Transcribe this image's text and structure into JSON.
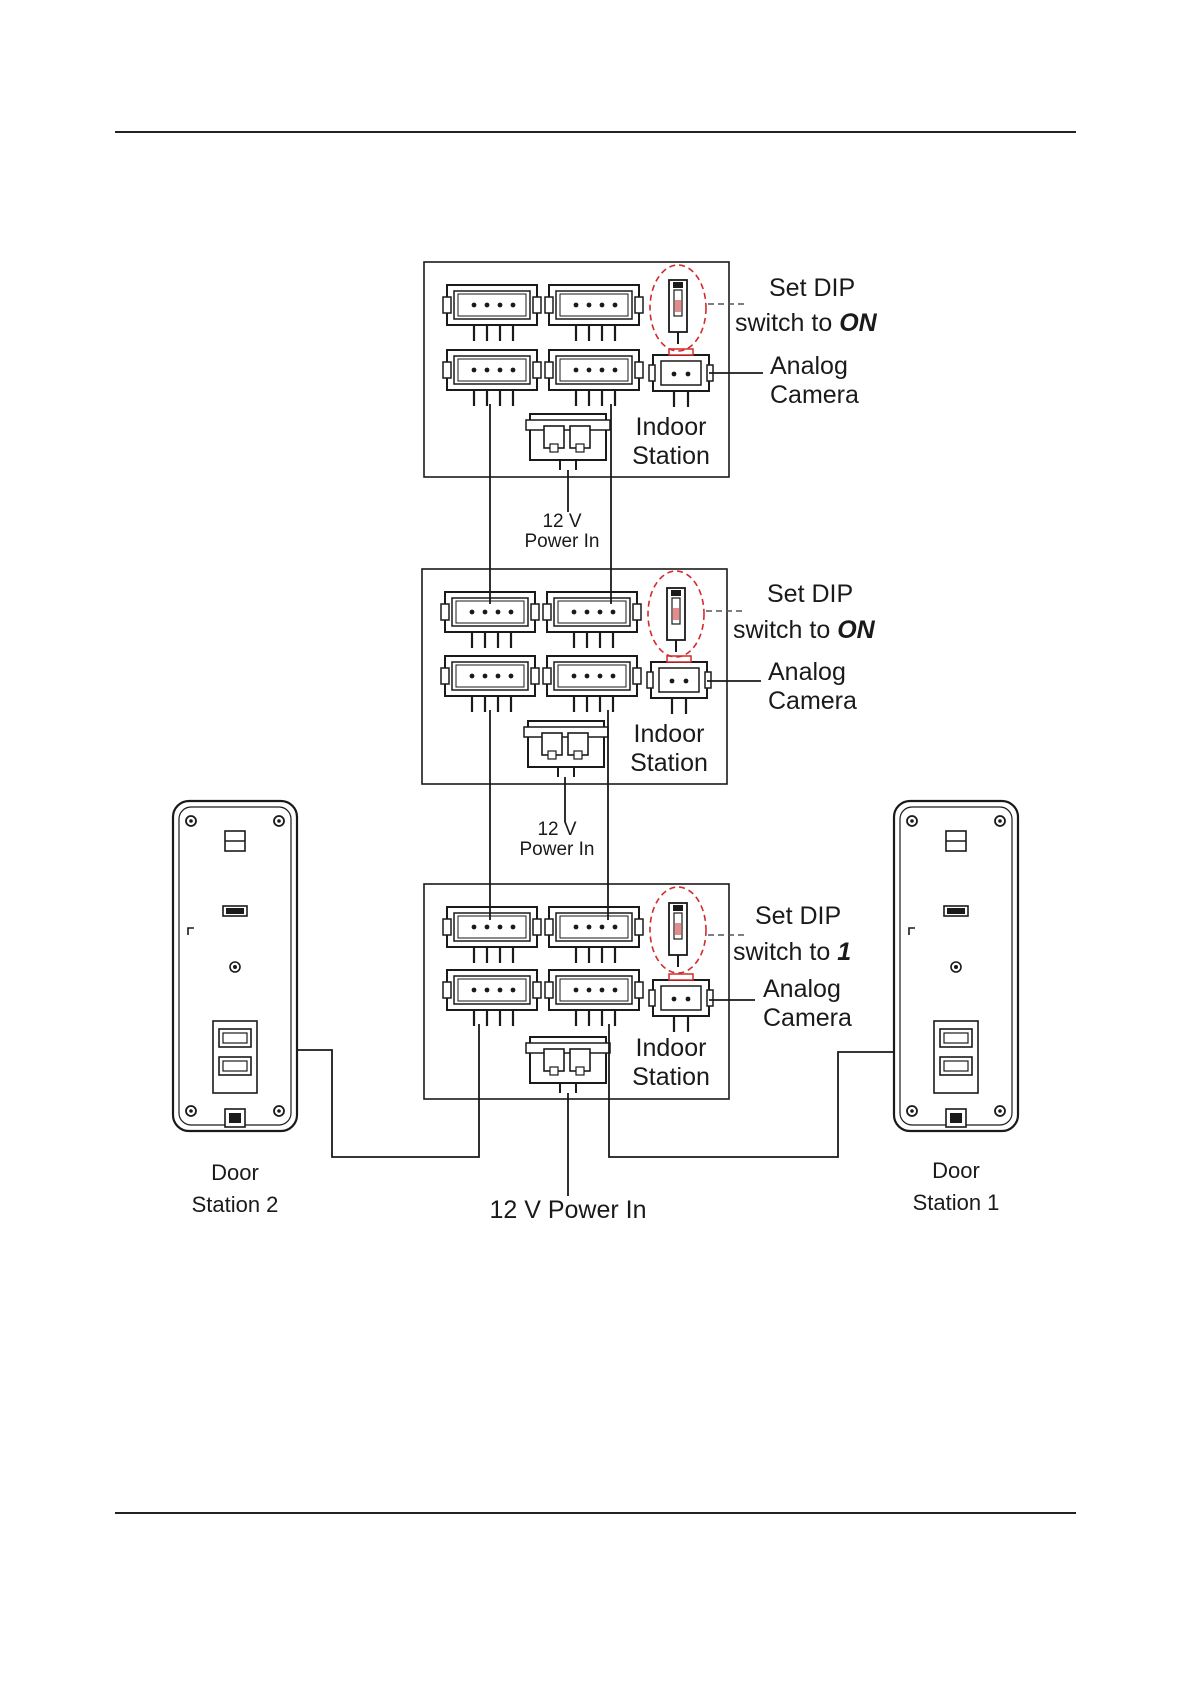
{
  "modules": [
    {
      "name": "top",
      "dip_label": "Set DIP",
      "dip_value_prefix": "switch to ",
      "dip_value": "ON",
      "camera_label_1": "Analog",
      "camera_label_2": "Camera",
      "indoor_label_1": "Indoor",
      "indoor_label_2": "Station",
      "power_label_1": "12 V",
      "power_label_2": "Power In"
    },
    {
      "name": "middle",
      "dip_label": "Set DIP",
      "dip_value_prefix": "switch to ",
      "dip_value": "ON",
      "camera_label_1": "Analog",
      "camera_label_2": "Camera",
      "indoor_label_1": "Indoor",
      "indoor_label_2": "Station",
      "power_label_1": "12 V",
      "power_label_2": "Power In"
    },
    {
      "name": "bottom",
      "dip_label": "Set DIP",
      "dip_value_prefix": "switch to ",
      "dip_value": "1",
      "camera_label_1": "Analog",
      "camera_label_2": "Camera",
      "indoor_label_1": "Indoor",
      "indoor_label_2": "Station",
      "power_label": "12 V Power In"
    }
  ],
  "door_stations": [
    {
      "line1": "Door",
      "line2": "Station 2"
    },
    {
      "line1": "Door",
      "line2": "Station 1"
    }
  ],
  "colors": {
    "line": "#1a1a1a",
    "dip_highlight": "#d42a2a"
  },
  "icons": [
    "dip-switch-icon",
    "connector-icon",
    "rj-jack-icon",
    "door-station-icon"
  ]
}
